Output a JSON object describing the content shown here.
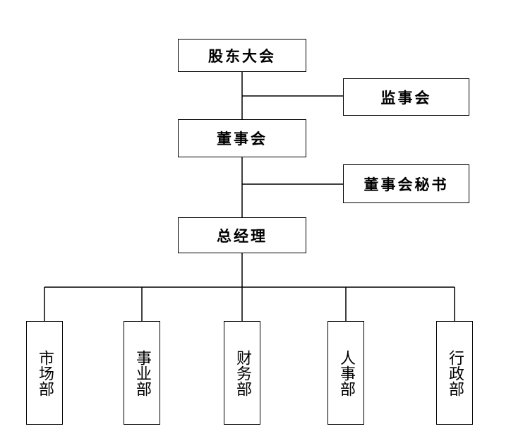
{
  "diagram": {
    "nodes": {
      "shareholders_meeting": "股东大会",
      "supervisory_board": "监事会",
      "board_of_directors": "董事会",
      "board_secretary": "董事会秘书",
      "general_manager": "总经理"
    },
    "departments": [
      "市场部",
      "事业部",
      "财务部",
      "人事部",
      "行政部"
    ],
    "edges": [
      [
        "shareholders_meeting",
        "board_of_directors"
      ],
      [
        "shareholders_meeting",
        "supervisory_board"
      ],
      [
        "board_of_directors",
        "general_manager"
      ],
      [
        "board_of_directors",
        "board_secretary"
      ],
      [
        "general_manager",
        "departments.0"
      ],
      [
        "general_manager",
        "departments.1"
      ],
      [
        "general_manager",
        "departments.2"
      ],
      [
        "general_manager",
        "departments.3"
      ],
      [
        "general_manager",
        "departments.4"
      ]
    ]
  }
}
